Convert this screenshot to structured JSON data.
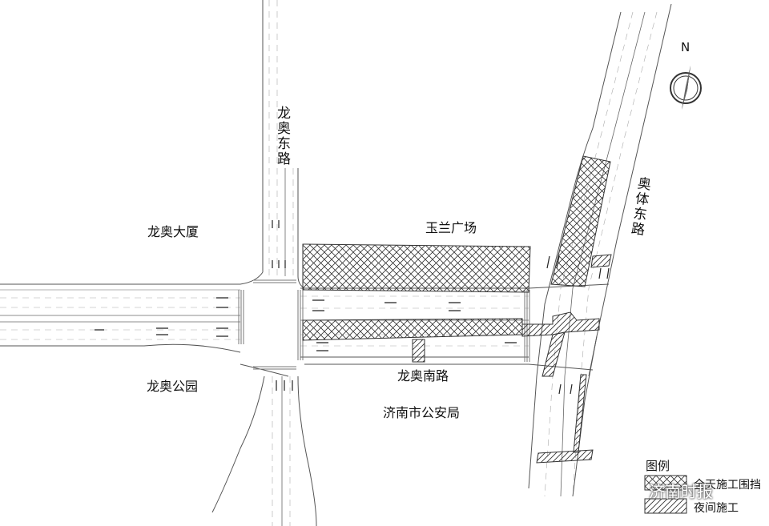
{
  "labels": {
    "longao_east_road": "龙奥东路",
    "longao_building": "龙奥大厦",
    "yulan_plaza": "玉兰广场",
    "aoti_east_road": "奥体东路",
    "longao_park": "龙奥公园",
    "longao_south_road": "龙奥南路",
    "jinan_police": "济南市公安局"
  },
  "compass": {
    "north_label": "N"
  },
  "legend": {
    "title": "图例",
    "items": [
      {
        "label": "全天施工围挡",
        "pattern": "crosshatch"
      },
      {
        "label": "夜间施工",
        "pattern": "diagonal"
      }
    ]
  },
  "watermark": {
    "text": "济南时报"
  },
  "colors": {
    "line": "#444444",
    "lane": "#888888",
    "hatch": "#333333",
    "background": "#ffffff"
  }
}
